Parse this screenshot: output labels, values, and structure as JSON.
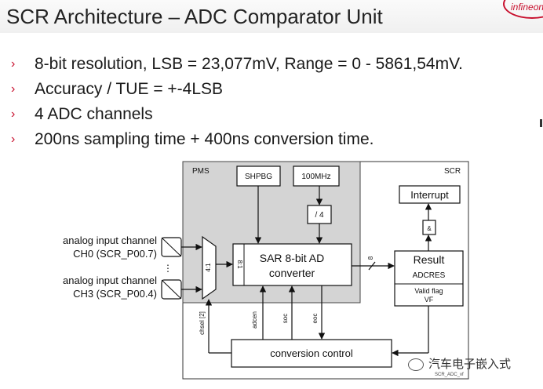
{
  "header": {
    "title": "SCR Architecture – ADC Comparator Unit"
  },
  "bullets": [
    "8-bit resolution, LSB = 23,077mV,  Range = 0 - 5861,54mV.",
    "Accuracy / TUE = +-4LSB",
    "4 ADC channels",
    "200ns sampling time + 400ns conversion time."
  ],
  "bullet_marker": "›",
  "diagram": {
    "pms_label": "PMS",
    "scr_label": "SCR",
    "shpbg": "SHPBG",
    "clock": "100MHz",
    "divider": "/ 4",
    "interrupt": "Interrupt",
    "sar_line1": "SAR 8-bit AD",
    "sar_line2": "converter",
    "result": "Result",
    "adcres": "ADCRES",
    "valid_line1": "Valid flag",
    "valid_line2": "VF",
    "conv_ctrl": "conversion control",
    "ch0_line1": "analog input channel",
    "ch0_line2": "CH0 (SCR_P00.7)",
    "ch3_line1": "analog input channel",
    "ch3_line2": "CH3  (SCR_P00.4)",
    "dots": "⋮",
    "mux_label": "4:1",
    "bits_8_1": "8:1",
    "bus_width": "8",
    "chsel": "chsel [2]",
    "adcen": "adcen",
    "soc": "soc",
    "eoc": "eoc",
    "caption": "SCR_ADC_vf"
  },
  "watermark": "汽车电子嵌入式",
  "colors": {
    "accent_red": "#c8102e",
    "pms_gray": "#d4d4d4"
  }
}
